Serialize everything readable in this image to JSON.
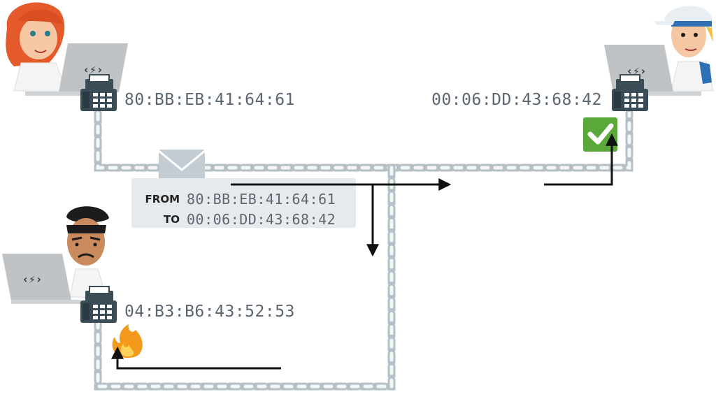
{
  "nodes": {
    "top_left": {
      "mac": "80:BB:EB:41:64:61"
    },
    "top_right": {
      "mac": "00:06:DD:43:68:42"
    },
    "bottom_left": {
      "mac": "04:B3:B6:43:52:53"
    }
  },
  "packet": {
    "from_label": "FROM",
    "from_mac": "80:BB:EB:41:64:61",
    "to_label": "TO",
    "to_mac": "00:06:DD:43:68:42"
  },
  "icons": {
    "envelope": "envelope-icon",
    "accept": "checkmark-icon",
    "reject": "fire-icon",
    "device": "fax-machine-icon",
    "laptop": "laptop-icon"
  },
  "colors": {
    "accept_green": "#5aa83a",
    "chain": "#b5c0c6",
    "laptop": "#bfc3c6",
    "badge": "#e6eaed",
    "fire": "#f39a1c"
  }
}
